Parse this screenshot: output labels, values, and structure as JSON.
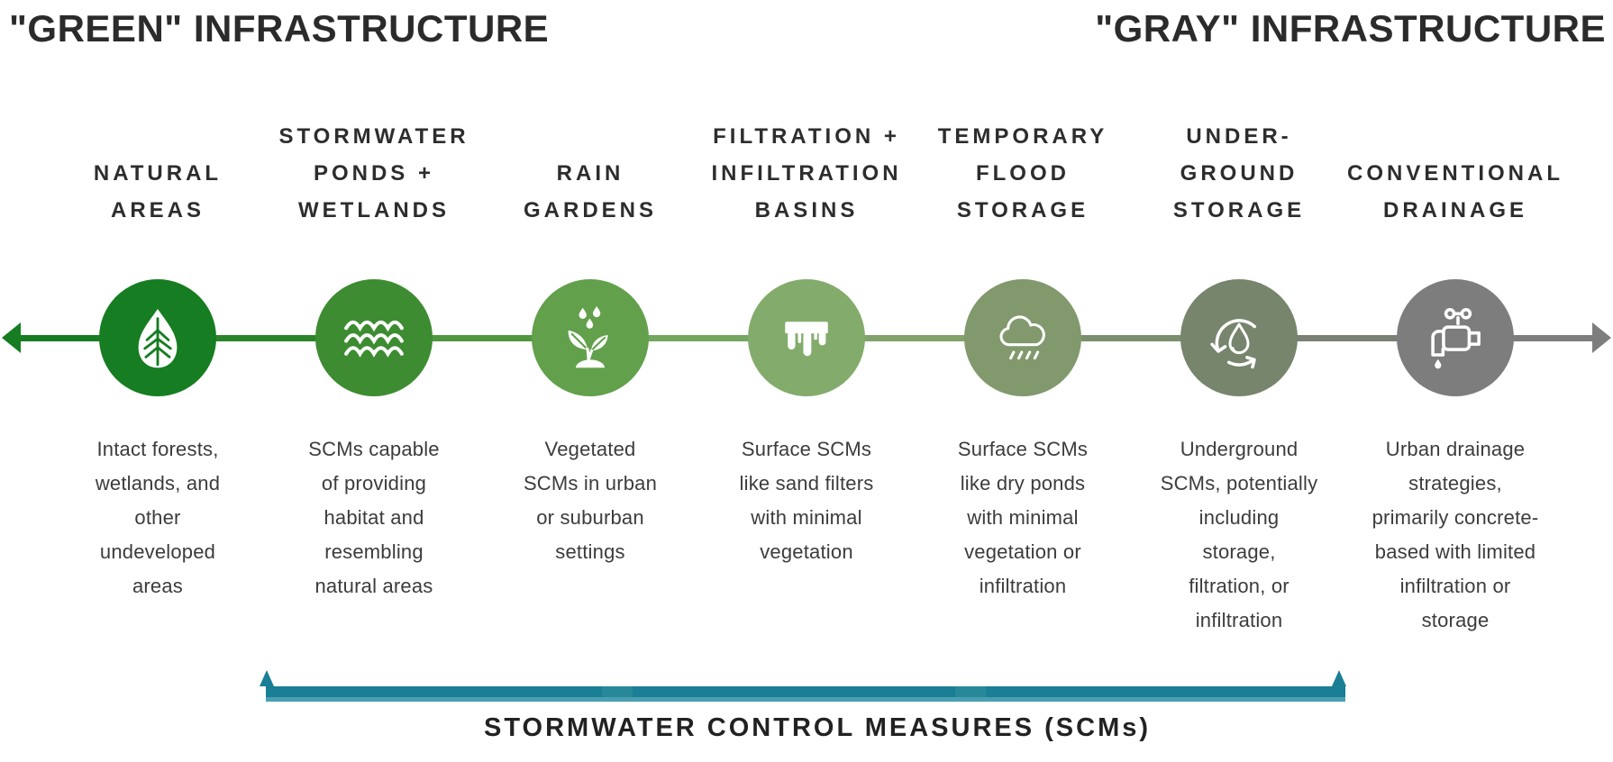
{
  "titles": {
    "left": "\"GREEN\" INFRASTRUCTURE",
    "right": "\"GRAY\" INFRASTRUCTURE"
  },
  "columns": [
    {
      "title": "NATURAL\nAREAS",
      "description": "Intact forests,\nwetlands, and\nother\nundeveloped\nareas",
      "icon": "leaf-icon",
      "circle_color": "#167d22"
    },
    {
      "title": "STORMWATER\nPONDS +\nWETLANDS",
      "description": "SCMs capable\nof providing\nhabitat and\nresembling\nnatural areas",
      "icon": "waves-icon",
      "circle_color": "#3d8c31"
    },
    {
      "title": "RAIN\nGARDENS",
      "description": "Vegetated\nSCMs in urban\nor suburban\nsettings",
      "icon": "sprout-rain-icon",
      "circle_color": "#62a04c"
    },
    {
      "title": "FILTRATION +\nINFILTRATION\nBASINS",
      "description": "Surface SCMs\nlike sand filters\nwith minimal\nvegetation",
      "icon": "dripping-infiltration-icon",
      "circle_color": "#83ac6c"
    },
    {
      "title": "TEMPORARY\nFLOOD\nSTORAGE",
      "description": "Surface SCMs\nlike dry ponds\nwith minimal\nvegetation or\ninfiltration",
      "icon": "rain-cloud-icon",
      "circle_color": "#81996d"
    },
    {
      "title": "UNDER-\nGROUND\nSTORAGE",
      "description": "Underground\nSCMs, potentially\nincluding\nstorage,\nfiltration, or\ninfiltration",
      "icon": "water-recycle-icon",
      "circle_color": "#76856c"
    },
    {
      "title": "CONVENTIONAL\nDRAINAGE",
      "description": "Urban drainage\nstrategies,\nprimarily concrete-\nbased with limited\ninfiltration or\nstorage",
      "icon": "faucet-icon",
      "circle_color": "#7d7d7d"
    }
  ],
  "spectrum": {
    "left_arrow_color": "#167d22",
    "right_arrow_color": "#7d7d7d",
    "segment_colors": [
      "#167d22",
      "#2a8428",
      "#4f963e",
      "#73a65e",
      "#82a26c",
      "#7b8f6c",
      "#7a8174",
      "#7d7d7d"
    ]
  },
  "scm_bracket": {
    "label": "STORMWATER CONTROL MEASURES (SCMs)",
    "bar_color": "#1a7e95",
    "bar_edge_color": "#4b9fb3"
  }
}
